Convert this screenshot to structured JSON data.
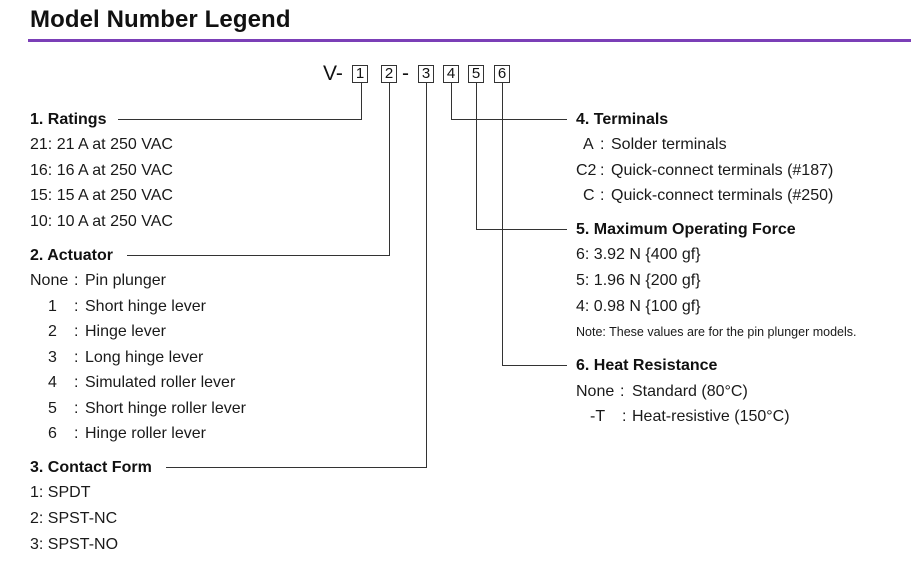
{
  "title": "Model Number Legend",
  "code": {
    "prefix": "V-",
    "dash": "-",
    "boxes": [
      "1",
      "2",
      "3",
      "4",
      "5",
      "6"
    ]
  },
  "sections": {
    "ratings": {
      "heading": "1. Ratings",
      "items": [
        "21: 21 A at 250 VAC",
        "16: 16 A at 250 VAC",
        "15: 15 A at 250 VAC",
        "10: 10 A at 250 VAC"
      ]
    },
    "actuator": {
      "heading": "2. Actuator",
      "items": [
        {
          "code": "None",
          "sep": ":",
          "desc": "Pin plunger"
        },
        {
          "code": "1",
          "sep": ":",
          "desc": "Short hinge lever"
        },
        {
          "code": "2",
          "sep": ":",
          "desc": "Hinge lever"
        },
        {
          "code": "3",
          "sep": ":",
          "desc": "Long hinge lever"
        },
        {
          "code": "4",
          "sep": ":",
          "desc": "Simulated roller lever"
        },
        {
          "code": "5",
          "sep": ":",
          "desc": "Short hinge roller lever"
        },
        {
          "code": "6",
          "sep": ":",
          "desc": "Hinge roller lever"
        }
      ]
    },
    "contact_form": {
      "heading": "3. Contact Form",
      "items": [
        "1: SPDT",
        "2: SPST-NC",
        "3: SPST-NO"
      ]
    },
    "terminals": {
      "heading": "4. Terminals",
      "items": [
        {
          "code": "A",
          "sep": ":",
          "desc": "Solder terminals"
        },
        {
          "code": "C2",
          "sep": ":",
          "desc": "Quick-connect terminals (#187)"
        },
        {
          "code": "C",
          "sep": ":",
          "desc": "Quick-connect terminals (#250)"
        }
      ]
    },
    "operating_force": {
      "heading": "5. Maximum Operating Force",
      "items": [
        "6: 3.92 N {400 gf}",
        "5: 1.96 N {200 gf}",
        "4: 0.98 N {100 gf}"
      ],
      "note": "Note: These values are for the pin plunger models."
    },
    "heat_resistance": {
      "heading": "6. Heat Resistance",
      "items": [
        {
          "code": "None",
          "sep": ":",
          "desc": "Standard (80°C)"
        },
        {
          "code": "-T",
          "sep": ":",
          "desc": "Heat-resistive (150°C)"
        }
      ]
    }
  }
}
